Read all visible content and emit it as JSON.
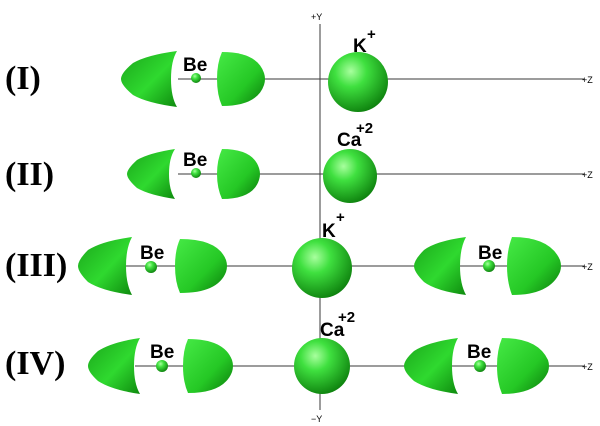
{
  "axes": {
    "y_top": "+Y",
    "y_bottom": "−Y",
    "z": "+Z"
  },
  "colors": {
    "lobe": "#22cc22",
    "lobe_dark": "#0b7a0b",
    "lobe_light": "#8cff8c",
    "line": "#3a3a3a"
  },
  "rows": [
    {
      "label": "(I)",
      "ion": "K",
      "charge": "+",
      "be": [
        "Be"
      ]
    },
    {
      "label": "(II)",
      "ion": "Ca",
      "charge": "+2",
      "be": [
        "Be"
      ]
    },
    {
      "label": "(III)",
      "ion": "K",
      "charge": "+",
      "be": [
        "Be",
        "Be"
      ]
    },
    {
      "label": "(IV)",
      "ion": "Ca",
      "charge": "+2",
      "be": [
        "Be",
        "Be"
      ]
    }
  ]
}
